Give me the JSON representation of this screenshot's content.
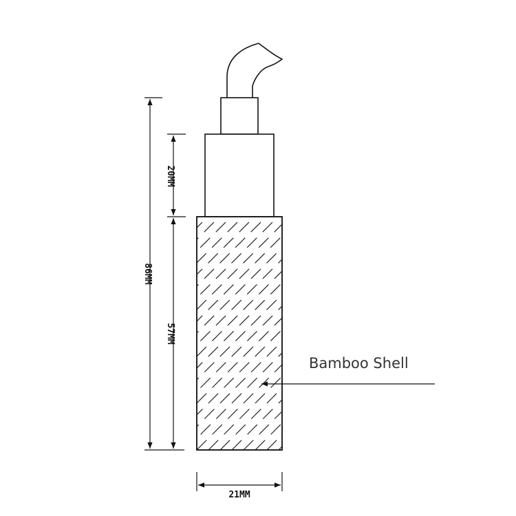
{
  "diagram": {
    "dimensions": {
      "total_height": "86MM",
      "cap_height": "20MM",
      "body_height": "57MM",
      "width": "21MM"
    },
    "callout": {
      "label": "Bamboo Shell"
    }
  },
  "colors": {
    "stroke": "#111111",
    "hatch": "#222222",
    "background": "#ffffff"
  }
}
